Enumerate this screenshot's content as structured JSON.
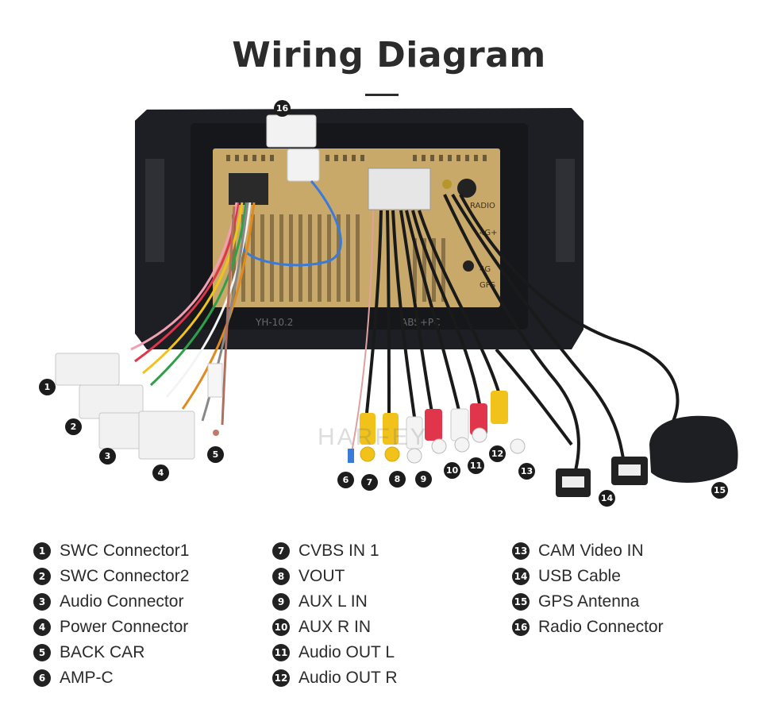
{
  "title": "Wiring Diagram",
  "watermark": "HARFEY",
  "unit_labels": {
    "radio": "RADIO",
    "port_4g_plus": "4G+",
    "port_4g": "4G",
    "gps": "GPS",
    "model": "YH-10.2",
    "material": "ABS+PC"
  },
  "callouts": [
    "1",
    "2",
    "3",
    "4",
    "5",
    "6",
    "7",
    "8",
    "9",
    "10",
    "11",
    "12",
    "13",
    "14",
    "15",
    "16"
  ],
  "legend": {
    "col1": [
      {
        "num": "1",
        "label": "SWC Connector1"
      },
      {
        "num": "2",
        "label": "SWC Connector2"
      },
      {
        "num": "3",
        "label": "Audio Connector"
      },
      {
        "num": "4",
        "label": "Power Connector"
      },
      {
        "num": "5",
        "label": "BACK CAR"
      },
      {
        "num": "6",
        "label": "AMP-C"
      }
    ],
    "col2": [
      {
        "num": "7",
        "label": "CVBS IN 1"
      },
      {
        "num": "8",
        "label": "VOUT"
      },
      {
        "num": "9",
        "label": "AUX L IN"
      },
      {
        "num": "10",
        "label": "AUX R IN"
      },
      {
        "num": "11",
        "label": "Audio OUT L"
      },
      {
        "num": "12",
        "label": "Audio OUT R"
      }
    ],
    "col3": [
      {
        "num": "13",
        "label": "CAM Video IN"
      },
      {
        "num": "14",
        "label": "USB Cable"
      },
      {
        "num": "15",
        "label": "GPS Antenna"
      },
      {
        "num": "16",
        "label": "Radio Connector"
      }
    ]
  },
  "colors": {
    "frame": "#1d1f24",
    "chassis": "#c9a96a",
    "rca_red": "#e0354a",
    "rca_yellow": "#f0c21a",
    "rca_white": "#f4f4f4",
    "cable": "#1a1a1a",
    "blue_wire": "#3a7ad8"
  }
}
